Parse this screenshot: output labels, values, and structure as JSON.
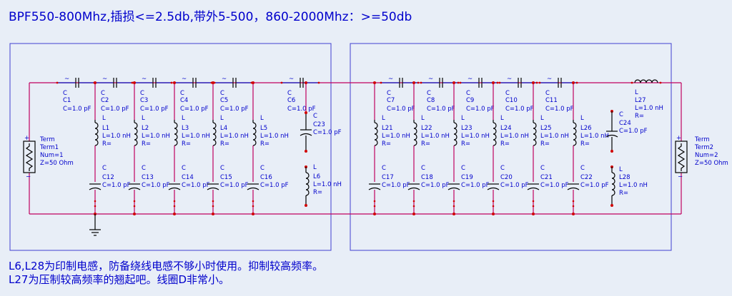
{
  "header": "BPF550-800Mhz,插损<=2.5db,带外5-500，860-2000Mhz：>=50db",
  "notes": [
    "L6,L28为印制电感，防备绕线电感不够小时使用。抑制较高频率。",
    "L27为压制较高频率的翘起吧。线圈D非常小。"
  ],
  "terms": [
    {
      "type": "Term",
      "name": "Term1",
      "num": "Num=1",
      "z": "Z=50 Ohm"
    },
    {
      "type": "Term",
      "name": "Term2",
      "num": "Num=2",
      "z": "Z=50 Ohm"
    }
  ],
  "components": {
    "series_caps": [
      {
        "type": "C",
        "name": "C1",
        "value": "C=1.0 pF"
      },
      {
        "type": "C",
        "name": "C2",
        "value": "C=1.0 pF"
      },
      {
        "type": "C",
        "name": "C3",
        "value": "C=1.0 pF"
      },
      {
        "type": "C",
        "name": "C4",
        "value": "C=1.0 pF"
      },
      {
        "type": "C",
        "name": "C5",
        "value": "C=1.0 pF"
      },
      {
        "type": "C",
        "name": "C6",
        "value": "C=1.0 pF"
      },
      {
        "type": "C",
        "name": "C7",
        "value": "C=1.0 pF"
      },
      {
        "type": "C",
        "name": "C8",
        "value": "C=1.0 pF"
      },
      {
        "type": "C",
        "name": "C9",
        "value": "C=1.0 pF"
      },
      {
        "type": "C",
        "name": "C10",
        "value": "C=1.0 pF"
      },
      {
        "type": "C",
        "name": "C11",
        "value": "C=1.0 pF"
      }
    ],
    "shunt_inductors": [
      {
        "type": "L",
        "name": "L1",
        "value": "L=1.0 nH",
        "r": "R="
      },
      {
        "type": "L",
        "name": "L2",
        "value": "L=1.0 nH",
        "r": "R="
      },
      {
        "type": "L",
        "name": "L3",
        "value": "L=1.0 nH",
        "r": "R="
      },
      {
        "type": "L",
        "name": "L4",
        "value": "L=1.0 nH",
        "r": "R="
      },
      {
        "type": "L",
        "name": "L5",
        "value": "L=1.0 nH",
        "r": "R="
      },
      {
        "type": "L",
        "name": "L21",
        "value": "L=1.0 nH",
        "r": "R="
      },
      {
        "type": "L",
        "name": "L22",
        "value": "L=1.0 nH",
        "r": "R="
      },
      {
        "type": "L",
        "name": "L23",
        "value": "L=1.0 nH",
        "r": "R="
      },
      {
        "type": "L",
        "name": "L24",
        "value": "L=1.0 nH",
        "r": "R="
      },
      {
        "type": "L",
        "name": "L25",
        "value": "L=1.0 nH",
        "r": "R="
      },
      {
        "type": "L",
        "name": "L26",
        "value": "L=1.0 nH",
        "r": "R="
      }
    ],
    "shunt_caps": [
      {
        "type": "C",
        "name": "C12",
        "value": "C=1.0 pF"
      },
      {
        "type": "C",
        "name": "C13",
        "value": "C=1.0 pF"
      },
      {
        "type": "C",
        "name": "C14",
        "value": "C=1.0 pF"
      },
      {
        "type": "C",
        "name": "C15",
        "value": "C=1.0 pF"
      },
      {
        "type": "C",
        "name": "C16",
        "value": "C=1.0 pF"
      },
      {
        "type": "C",
        "name": "C17",
        "value": "C=1.0 pF"
      },
      {
        "type": "C",
        "name": "C18",
        "value": "C=1.0 pF"
      },
      {
        "type": "C",
        "name": "C19",
        "value": "C=1.0 pF"
      },
      {
        "type": "C",
        "name": "C20",
        "value": "C=1.0 pF"
      },
      {
        "type": "C",
        "name": "C21",
        "value": "C=1.0 pF"
      },
      {
        "type": "C",
        "name": "C22",
        "value": "C=1.0 pF"
      }
    ],
    "c23": {
      "type": "C",
      "name": "C23",
      "value": "C=1.0 pF"
    },
    "l6": {
      "type": "L",
      "name": "L6",
      "value": "L=1.0 nH",
      "r": "R="
    },
    "c24": {
      "type": "C",
      "name": "C24",
      "value": "C=1.0 pF"
    },
    "l28": {
      "type": "L",
      "name": "L28",
      "value": "L=1.0 nH",
      "r": "R="
    },
    "l27": {
      "type": "L",
      "name": "L27",
      "value": "L=1.0 nH",
      "r": "R="
    }
  }
}
